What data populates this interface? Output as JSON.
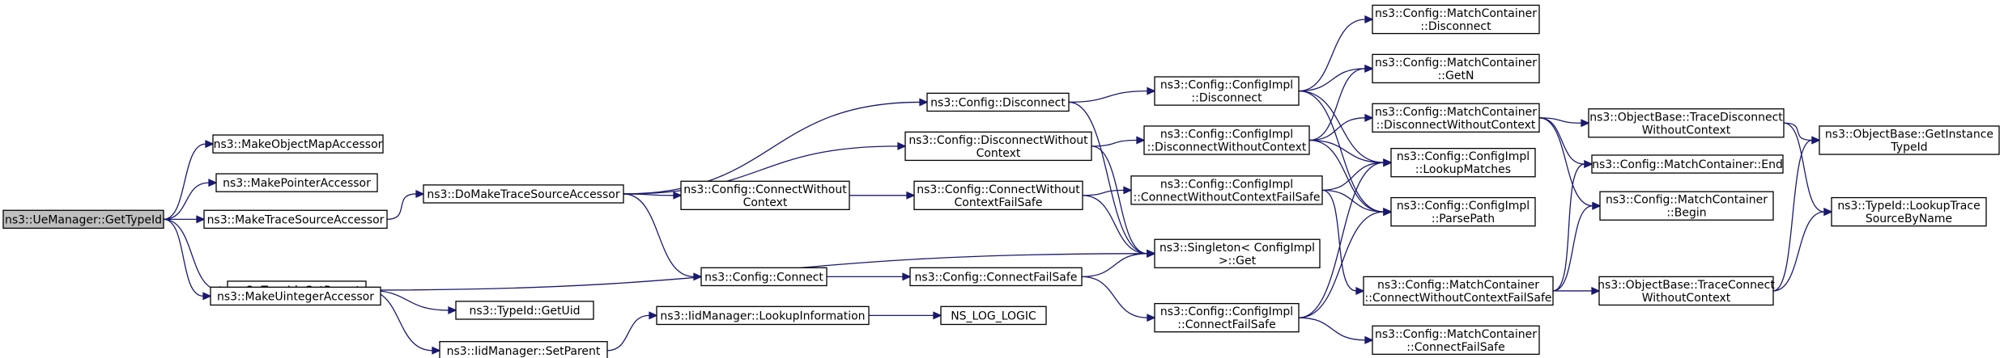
{
  "colors": {
    "edge": "#191970",
    "root_fill": "#bfbfbf",
    "node_fill": "#ffffff",
    "node_border": "#000000"
  },
  "nodes": [
    {
      "id": "root",
      "lines": [
        "ns3::UeManager::GetTypeId"
      ]
    },
    {
      "id": "makeObjectMap",
      "lines": [
        "ns3::MakeObjectMapAccessor"
      ]
    },
    {
      "id": "makePointer",
      "lines": [
        "ns3::MakePointerAccessor"
      ]
    },
    {
      "id": "makeTraceSource",
      "lines": [
        "ns3::MakeTraceSourceAccessor"
      ]
    },
    {
      "id": "typeIdSetParent",
      "lines": [
        "ns3::TypeId::SetParent"
      ]
    },
    {
      "id": "makeUinteger",
      "lines": [
        "ns3::MakeUintegerAccessor"
      ]
    },
    {
      "id": "doMakeTraceSource",
      "lines": [
        "ns3::DoMakeTraceSourceAccessor"
      ]
    },
    {
      "id": "typeIdGetUid",
      "lines": [
        "ns3::TypeId::GetUid"
      ]
    },
    {
      "id": "iidSetParent",
      "lines": [
        "ns3::IidManager::SetParent"
      ]
    },
    {
      "id": "cfgDisconnect",
      "lines": [
        "ns3::Config::Disconnect"
      ]
    },
    {
      "id": "cfgDisconnectWithoutContext",
      "lines": [
        "ns3::Config::DisconnectWithout",
        "Context"
      ]
    },
    {
      "id": "cfgConnectWithoutContext",
      "lines": [
        "ns3::Config::ConnectWithout",
        "Context"
      ]
    },
    {
      "id": "cfgConnect",
      "lines": [
        "ns3::Config::Connect"
      ]
    },
    {
      "id": "iidLookupInformation",
      "lines": [
        "ns3::IidManager::LookupInformation"
      ]
    },
    {
      "id": "cfgConnectWithoutContextFailSafe",
      "lines": [
        "ns3::Config::ConnectWithout",
        "ContextFailSafe"
      ]
    },
    {
      "id": "cfgConnectFailSafe",
      "lines": [
        "ns3::Config::ConnectFailSafe"
      ]
    },
    {
      "id": "nsLogLogic",
      "lines": [
        "NS_LOG_LOGIC"
      ]
    },
    {
      "id": "implDisconnect",
      "lines": [
        "ns3::Config::ConfigImpl",
        "::Disconnect"
      ]
    },
    {
      "id": "implDisconnectWithoutContext",
      "lines": [
        "ns3::Config::ConfigImpl",
        "::DisconnectWithoutContext"
      ]
    },
    {
      "id": "implConnectWithoutContextFailSafe",
      "lines": [
        "ns3::Config::ConfigImpl",
        "::ConnectWithoutContextFailSafe"
      ]
    },
    {
      "id": "singletonGet",
      "lines": [
        "ns3::Singleton< ConfigImpl",
        " >::Get"
      ]
    },
    {
      "id": "implConnectFailSafe",
      "lines": [
        "ns3::Config::ConfigImpl",
        "::ConnectFailSafe"
      ]
    },
    {
      "id": "mcDisconnect",
      "lines": [
        "ns3::Config::MatchContainer",
        "::Disconnect"
      ]
    },
    {
      "id": "mcGetN",
      "lines": [
        "ns3::Config::MatchContainer",
        "::GetN"
      ]
    },
    {
      "id": "mcDisconnectWithoutContext",
      "lines": [
        "ns3::Config::MatchContainer",
        "::DisconnectWithoutContext"
      ]
    },
    {
      "id": "implLookupMatches",
      "lines": [
        "ns3::Config::ConfigImpl",
        "::LookupMatches"
      ]
    },
    {
      "id": "implParsePath",
      "lines": [
        "ns3::Config::ConfigImpl",
        "::ParsePath"
      ]
    },
    {
      "id": "mcConnectWithoutContextFailSafe",
      "lines": [
        "ns3::Config::MatchContainer",
        "::ConnectWithoutContextFailSafe"
      ]
    },
    {
      "id": "mcConnectFailSafe",
      "lines": [
        "ns3::Config::MatchContainer",
        "::ConnectFailSafe"
      ]
    },
    {
      "id": "obTraceDisconnectWithoutContext",
      "lines": [
        "ns3::ObjectBase::TraceDisconnect",
        "WithoutContext"
      ]
    },
    {
      "id": "mcEnd",
      "lines": [
        "ns3::Config::MatchContainer::End"
      ]
    },
    {
      "id": "mcBegin",
      "lines": [
        "ns3::Config::MatchContainer",
        "::Begin"
      ]
    },
    {
      "id": "obTraceConnectWithoutContext",
      "lines": [
        "ns3::ObjectBase::TraceConnect",
        "WithoutContext"
      ]
    },
    {
      "id": "obGetInstanceTypeId",
      "lines": [
        "ns3::ObjectBase::GetInstance",
        "TypeId"
      ]
    },
    {
      "id": "typeIdLookupTraceSourceByName",
      "lines": [
        "ns3::TypeId::LookupTrace",
        "SourceByName"
      ]
    }
  ],
  "edges": [
    [
      "root",
      "makeObjectMap"
    ],
    [
      "root",
      "makePointer"
    ],
    [
      "root",
      "makeTraceSource"
    ],
    [
      "root",
      "typeIdSetParent"
    ],
    [
      "root",
      "makeUinteger"
    ],
    [
      "makeTraceSource",
      "doMakeTraceSource"
    ],
    [
      "typeIdSetParent",
      "typeIdGetUid"
    ],
    [
      "typeIdSetParent",
      "iidSetParent"
    ],
    [
      "typeIdSetParent",
      "singletonGet"
    ],
    [
      "doMakeTraceSource",
      "cfgDisconnect"
    ],
    [
      "doMakeTraceSource",
      "cfgDisconnectWithoutContext"
    ],
    [
      "doMakeTraceSource",
      "cfgConnectWithoutContext"
    ],
    [
      "doMakeTraceSource",
      "cfgConnect"
    ],
    [
      "iidSetParent",
      "iidLookupInformation"
    ],
    [
      "iidLookupInformation",
      "nsLogLogic"
    ],
    [
      "cfgDisconnect",
      "implDisconnect"
    ],
    [
      "cfgDisconnect",
      "singletonGet"
    ],
    [
      "cfgDisconnectWithoutContext",
      "implDisconnectWithoutContext"
    ],
    [
      "cfgDisconnectWithoutContext",
      "singletonGet"
    ],
    [
      "cfgConnectWithoutContext",
      "cfgConnectWithoutContextFailSafe"
    ],
    [
      "cfgConnect",
      "cfgConnectFailSafe"
    ],
    [
      "cfgConnectWithoutContextFailSafe",
      "implConnectWithoutContextFailSafe"
    ],
    [
      "cfgConnectWithoutContextFailSafe",
      "singletonGet"
    ],
    [
      "cfgConnectFailSafe",
      "singletonGet"
    ],
    [
      "cfgConnectFailSafe",
      "implConnectFailSafe"
    ],
    [
      "implDisconnect",
      "mcDisconnect"
    ],
    [
      "implDisconnect",
      "mcGetN"
    ],
    [
      "implDisconnect",
      "implLookupMatches"
    ],
    [
      "implDisconnect",
      "implParsePath"
    ],
    [
      "implDisconnectWithoutContext",
      "mcGetN"
    ],
    [
      "implDisconnectWithoutContext",
      "mcDisconnectWithoutContext"
    ],
    [
      "implDisconnectWithoutContext",
      "implLookupMatches"
    ],
    [
      "implDisconnectWithoutContext",
      "implParsePath"
    ],
    [
      "implConnectWithoutContextFailSafe",
      "implLookupMatches"
    ],
    [
      "implConnectWithoutContextFailSafe",
      "implParsePath"
    ],
    [
      "implConnectWithoutContextFailSafe",
      "mcConnectWithoutContextFailSafe"
    ],
    [
      "implConnectFailSafe",
      "implLookupMatches"
    ],
    [
      "implConnectFailSafe",
      "implParsePath"
    ],
    [
      "implConnectFailSafe",
      "mcConnectFailSafe"
    ],
    [
      "mcDisconnectWithoutContext",
      "obTraceDisconnectWithoutContext"
    ],
    [
      "mcDisconnectWithoutContext",
      "mcEnd"
    ],
    [
      "mcDisconnectWithoutContext",
      "mcBegin"
    ],
    [
      "mcConnectWithoutContextFailSafe",
      "mcEnd"
    ],
    [
      "mcConnectWithoutContextFailSafe",
      "mcBegin"
    ],
    [
      "mcConnectWithoutContextFailSafe",
      "obTraceConnectWithoutContext"
    ],
    [
      "obTraceDisconnectWithoutContext",
      "obGetInstanceTypeId"
    ],
    [
      "obTraceDisconnectWithoutContext",
      "typeIdLookupTraceSourceByName"
    ],
    [
      "obTraceConnectWithoutContext",
      "obGetInstanceTypeId"
    ],
    [
      "obTraceConnectWithoutContext",
      "typeIdLookupTraceSourceByName"
    ]
  ]
}
